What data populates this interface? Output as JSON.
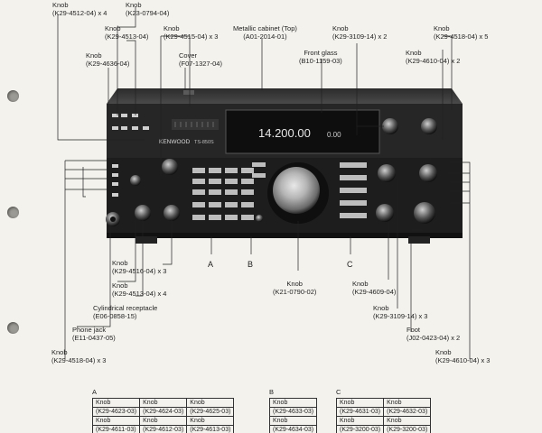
{
  "callouts": {
    "k4512": {
      "name": "Knob",
      "part": "(K29-4512-04) x 4"
    },
    "k23": {
      "name": "Knob",
      "part": "(K23-0794-04)"
    },
    "k4513_top": {
      "name": "Knob",
      "part": "(K29-4513-04)"
    },
    "k4515": {
      "name": "Knob",
      "part": "(K29-4515-04) x 3"
    },
    "k4636": {
      "name": "Knob",
      "part": "(K29-4636-04)"
    },
    "cover": {
      "name": "Cover",
      "part": "(F07-1327-04)"
    },
    "cabinet": {
      "name": "Metallic cabinet (Top)",
      "part": "(A01-2014-01)"
    },
    "glass": {
      "name": "Front glass",
      "part": "(B10-1159-03)"
    },
    "k3109_top": {
      "name": "Knob",
      "part": "(K29-3109-14) x 2"
    },
    "k4518_top": {
      "name": "Knob",
      "part": "(K29-4518-04) x 5"
    },
    "k4610_top": {
      "name": "Knob",
      "part": "(K29-4610-04) x 2"
    },
    "k4516": {
      "name": "Knob",
      "part": "(K29-4516-04) x 3"
    },
    "k4513_bot": {
      "name": "Knob",
      "part": "(K29-4513-04) x 4"
    },
    "cyl": {
      "name": "Cylindrical receptacle",
      "part": "(E06-0858-15)"
    },
    "phone": {
      "name": "Phone jack",
      "part": "(E11-0437-05)"
    },
    "k4518_bot": {
      "name": "Knob",
      "part": "(K29-4518-04) x 3"
    },
    "k0790": {
      "name": "Knob",
      "part": "(K21-0790-02)"
    },
    "k4609": {
      "name": "Knob",
      "part": "(K29-4609-04)"
    },
    "k3109_bot": {
      "name": "Knob",
      "part": "(K29-3109-14) x 3"
    },
    "foot": {
      "name": "Foot",
      "part": "(J02-0423-04) x 2"
    },
    "k4610_bot": {
      "name": "Knob",
      "part": "(K29-4610-04) x 3"
    }
  },
  "sections": {
    "a": "A",
    "b": "B",
    "c": "C"
  },
  "display": {
    "freq": "14.200.00",
    "sub_freq": "0.00"
  },
  "radio": {
    "brand": "KENWOOD",
    "model": "TS-850S"
  },
  "tables": {
    "a": {
      "caption": "A",
      "rows": [
        [
          "Knob",
          "Knob",
          "Knob"
        ],
        [
          "(K29-4623-03)",
          "(K29-4624-03)",
          "(K29-4625-03)"
        ],
        [
          "Knob",
          "Knob",
          "Knob"
        ],
        [
          "(K29-4611-03)",
          "(K29-4612-03)",
          "(K29-4613-03)"
        ]
      ]
    },
    "b": {
      "caption": "B",
      "rows": [
        [
          "Knob"
        ],
        [
          "(K29-4633-03)"
        ],
        [
          "Knob"
        ],
        [
          "(K29-4634-03)"
        ]
      ]
    },
    "c": {
      "caption": "C",
      "rows": [
        [
          "Knob",
          "Knob"
        ],
        [
          "(K29-4631-03)",
          "(K29-4632-03)"
        ],
        [
          "Knob",
          "Knob"
        ],
        [
          "(K29-3200-03)",
          "(K29-3200-03)"
        ]
      ]
    }
  }
}
